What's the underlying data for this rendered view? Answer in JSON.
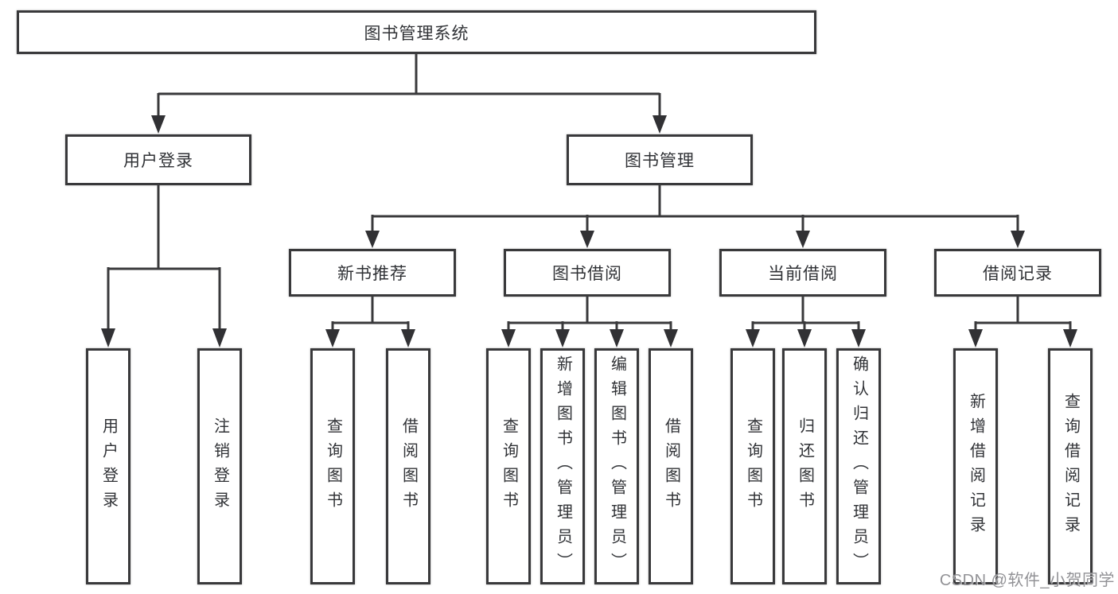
{
  "diagram": {
    "root": "图书管理系统",
    "user_login": {
      "label": "用户登录",
      "children": [
        "用户登录",
        "注销登录"
      ]
    },
    "book_management": {
      "label": "图书管理",
      "sections": [
        {
          "label": "新书推荐",
          "children": [
            "查询图书",
            "借阅图书"
          ]
        },
        {
          "label": "图书借阅",
          "children": [
            "查询图书",
            "新增图书（管理员）",
            "编辑图书（管理员）",
            "借阅图书"
          ]
        },
        {
          "label": "当前借阅",
          "children": [
            "查询图书",
            "归还图书",
            "确认归还（管理员）"
          ]
        },
        {
          "label": "借阅记录",
          "children": [
            "新增借阅记录",
            "查询借阅记录"
          ]
        }
      ]
    }
  },
  "watermark": "CSDN @软件_小贺同学",
  "colors": {
    "line": "#39393b",
    "box_border": "#39393b",
    "text": "#303236",
    "background": "#ffffff",
    "watermark_text": "#8c8c90"
  }
}
